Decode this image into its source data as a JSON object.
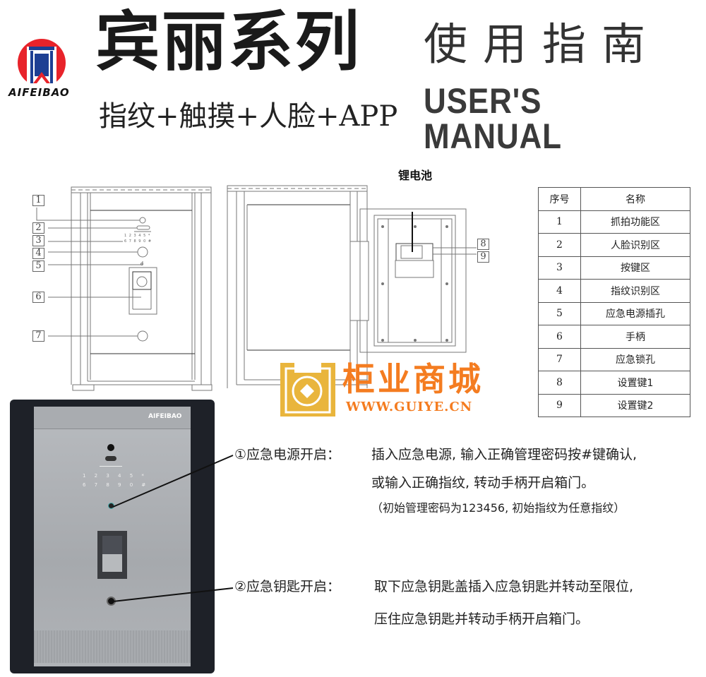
{
  "header": {
    "brand_name": "AIFEIBAO",
    "series_title": "宾丽系列",
    "guide_title": "使用指南",
    "guide_title_en": "USER'S MANUAL",
    "features": "指纹+触摸+人脸+APP"
  },
  "diagram": {
    "battery_label": "锂电池",
    "callouts": [
      "1",
      "2",
      "3",
      "4",
      "5",
      "6",
      "7",
      "8",
      "9"
    ],
    "keypad_row1": "1 2 3 4 5 *",
    "keypad_row2": "6 7 8 9 0 #"
  },
  "parts_table": {
    "headers": [
      "序号",
      "名称"
    ],
    "rows": [
      {
        "no": "1",
        "name": "抓拍功能区"
      },
      {
        "no": "2",
        "name": "人脸识别区"
      },
      {
        "no": "3",
        "name": "按键区"
      },
      {
        "no": "4",
        "name": "指纹识别区"
      },
      {
        "no": "5",
        "name": "应急电源插孔"
      },
      {
        "no": "6",
        "name": "手柄"
      },
      {
        "no": "7",
        "name": "应急锁孔"
      },
      {
        "no": "8",
        "name": "设置键1"
      },
      {
        "no": "9",
        "name": "设置键2"
      }
    ]
  },
  "watermark": {
    "name": "柜业商城",
    "url": "WWW.GUIYE.CN"
  },
  "photo": {
    "brand": "AIFEIBAO"
  },
  "instructions": {
    "emergency_power_title": "①应急电源开启：",
    "emergency_power_line1": "插入应急电源, 输入正确管理密码按#键确认,",
    "emergency_power_line2": "或输入正确指纹, 转动手柄开启箱门。",
    "emergency_power_note": "（初始管理密码为123456, 初始指纹为任意指纹）",
    "emergency_key_title": "②应急钥匙开启：",
    "emergency_key_line1": "取下应急钥匙盖插入应急钥匙并转动至限位,",
    "emergency_key_line2": "压住应急钥匙并转动手柄开启箱门。"
  },
  "colors": {
    "logo_red": "#e8232a",
    "logo_blue": "#1d3f93",
    "watermark_orange": "#f47c20",
    "watermark_gold": "#e9b53c"
  }
}
